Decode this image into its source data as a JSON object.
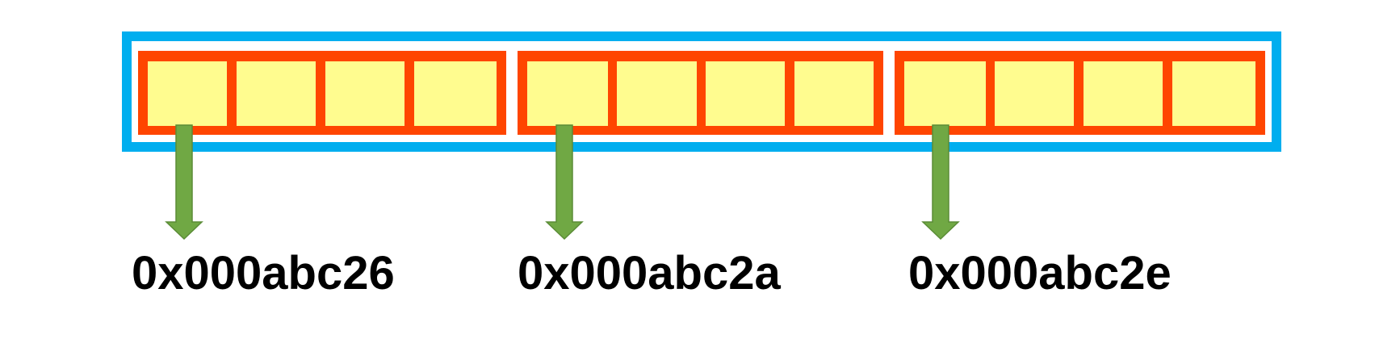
{
  "colors": {
    "outer_border": "#00AEEF",
    "word_border": "#FF4500",
    "byte_fill": "#FFFC8F",
    "arrow_fill": "#70A844",
    "arrow_stroke": "#5A8C36",
    "label_text": "#000000"
  },
  "memory": {
    "word_count": 3,
    "bytes_per_word": 4
  },
  "addresses": [
    "0x000abc26",
    "0x000abc2a",
    "0x000abc2e"
  ]
}
